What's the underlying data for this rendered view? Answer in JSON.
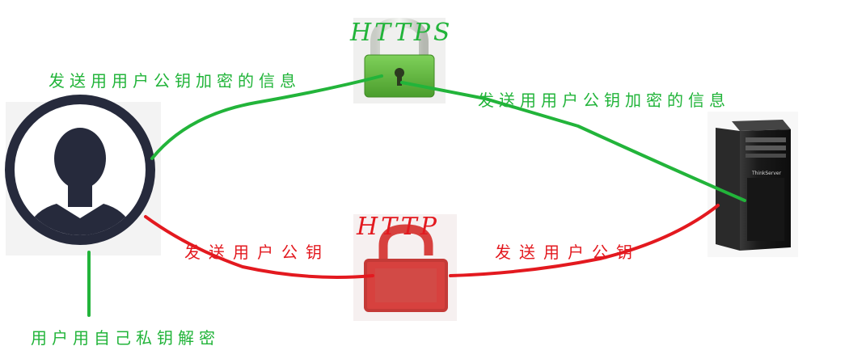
{
  "https_label": "HTTPS",
  "http_label": "HTTP",
  "label_top_left": "发送用用户公钥加密的信息",
  "label_top_right": "发送用用户公钥加密的信息",
  "label_bottom_left": "发送用户公钥",
  "label_bottom_right": "发送用户公钥",
  "label_decrypt": "用户用自己私钥解密",
  "server_brand": "ThinkServer",
  "colors": {
    "green": "#22b43a",
    "red": "#e3191f",
    "user": "#262a3c",
    "lock_green": "#5db33a",
    "lock_red": "#d7413e"
  }
}
